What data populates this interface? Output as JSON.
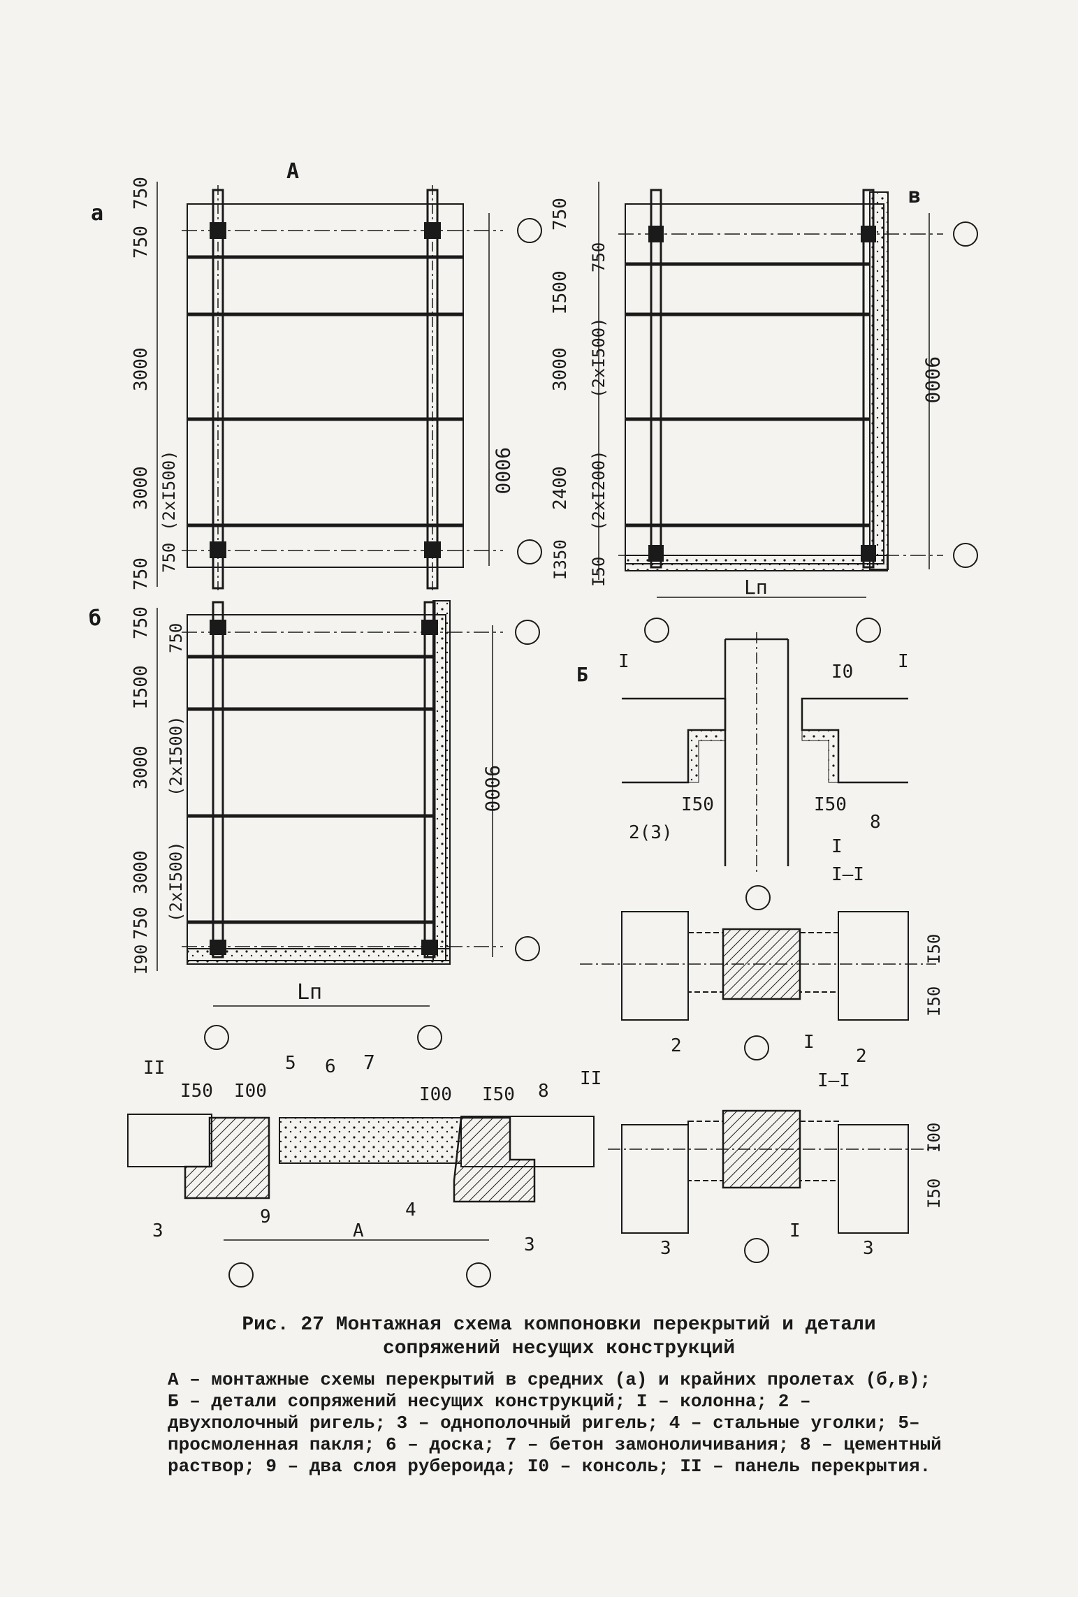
{
  "view_labels": {
    "main": "А",
    "a": "а",
    "b": "б",
    "v": "в",
    "detail": "Б"
  },
  "dims": {
    "d750": "750",
    "d3000": "3000",
    "d9000": "9000",
    "d1500": "I500",
    "d2x1500": "(2xI500)",
    "d2400": "2400",
    "d2x1200": "(2xI200)",
    "d1350": "I350",
    "d150": "I50",
    "d190": "I90",
    "d100": "I00",
    "span_ln": "Lп",
    "span_a": "А"
  },
  "callouts": {
    "c1": "I",
    "c2": "2",
    "c2_3": "2(3)",
    "c3": "3",
    "c4": "4",
    "c5": "5",
    "c6": "6",
    "c7": "7",
    "c8": "8",
    "c9": "9",
    "c10": "I0",
    "c11": "II",
    "section_i": "I–I",
    "cut_mark": "I"
  },
  "caption": {
    "title_line1": "Рис. 27 Монтажная схема компоновки перекрытий и детали",
    "title_line2": "сопряжений несущих конструкций",
    "legend": "А – монтажные схемы перекрытий в средних (а) и крайних пролетах (б,в); Б – детали сопряжений несущих конструкций; I – колонна; 2 – двухполочный ригель; 3 – однополочный ригель; 4 – стальные уголки; 5– просмоленная пакля; 6 – доска; 7 – бетон замоноличивания; 8 – цементный раствор; 9 – два слоя рубероида; I0 – консоль; II – панель перекрытия."
  }
}
